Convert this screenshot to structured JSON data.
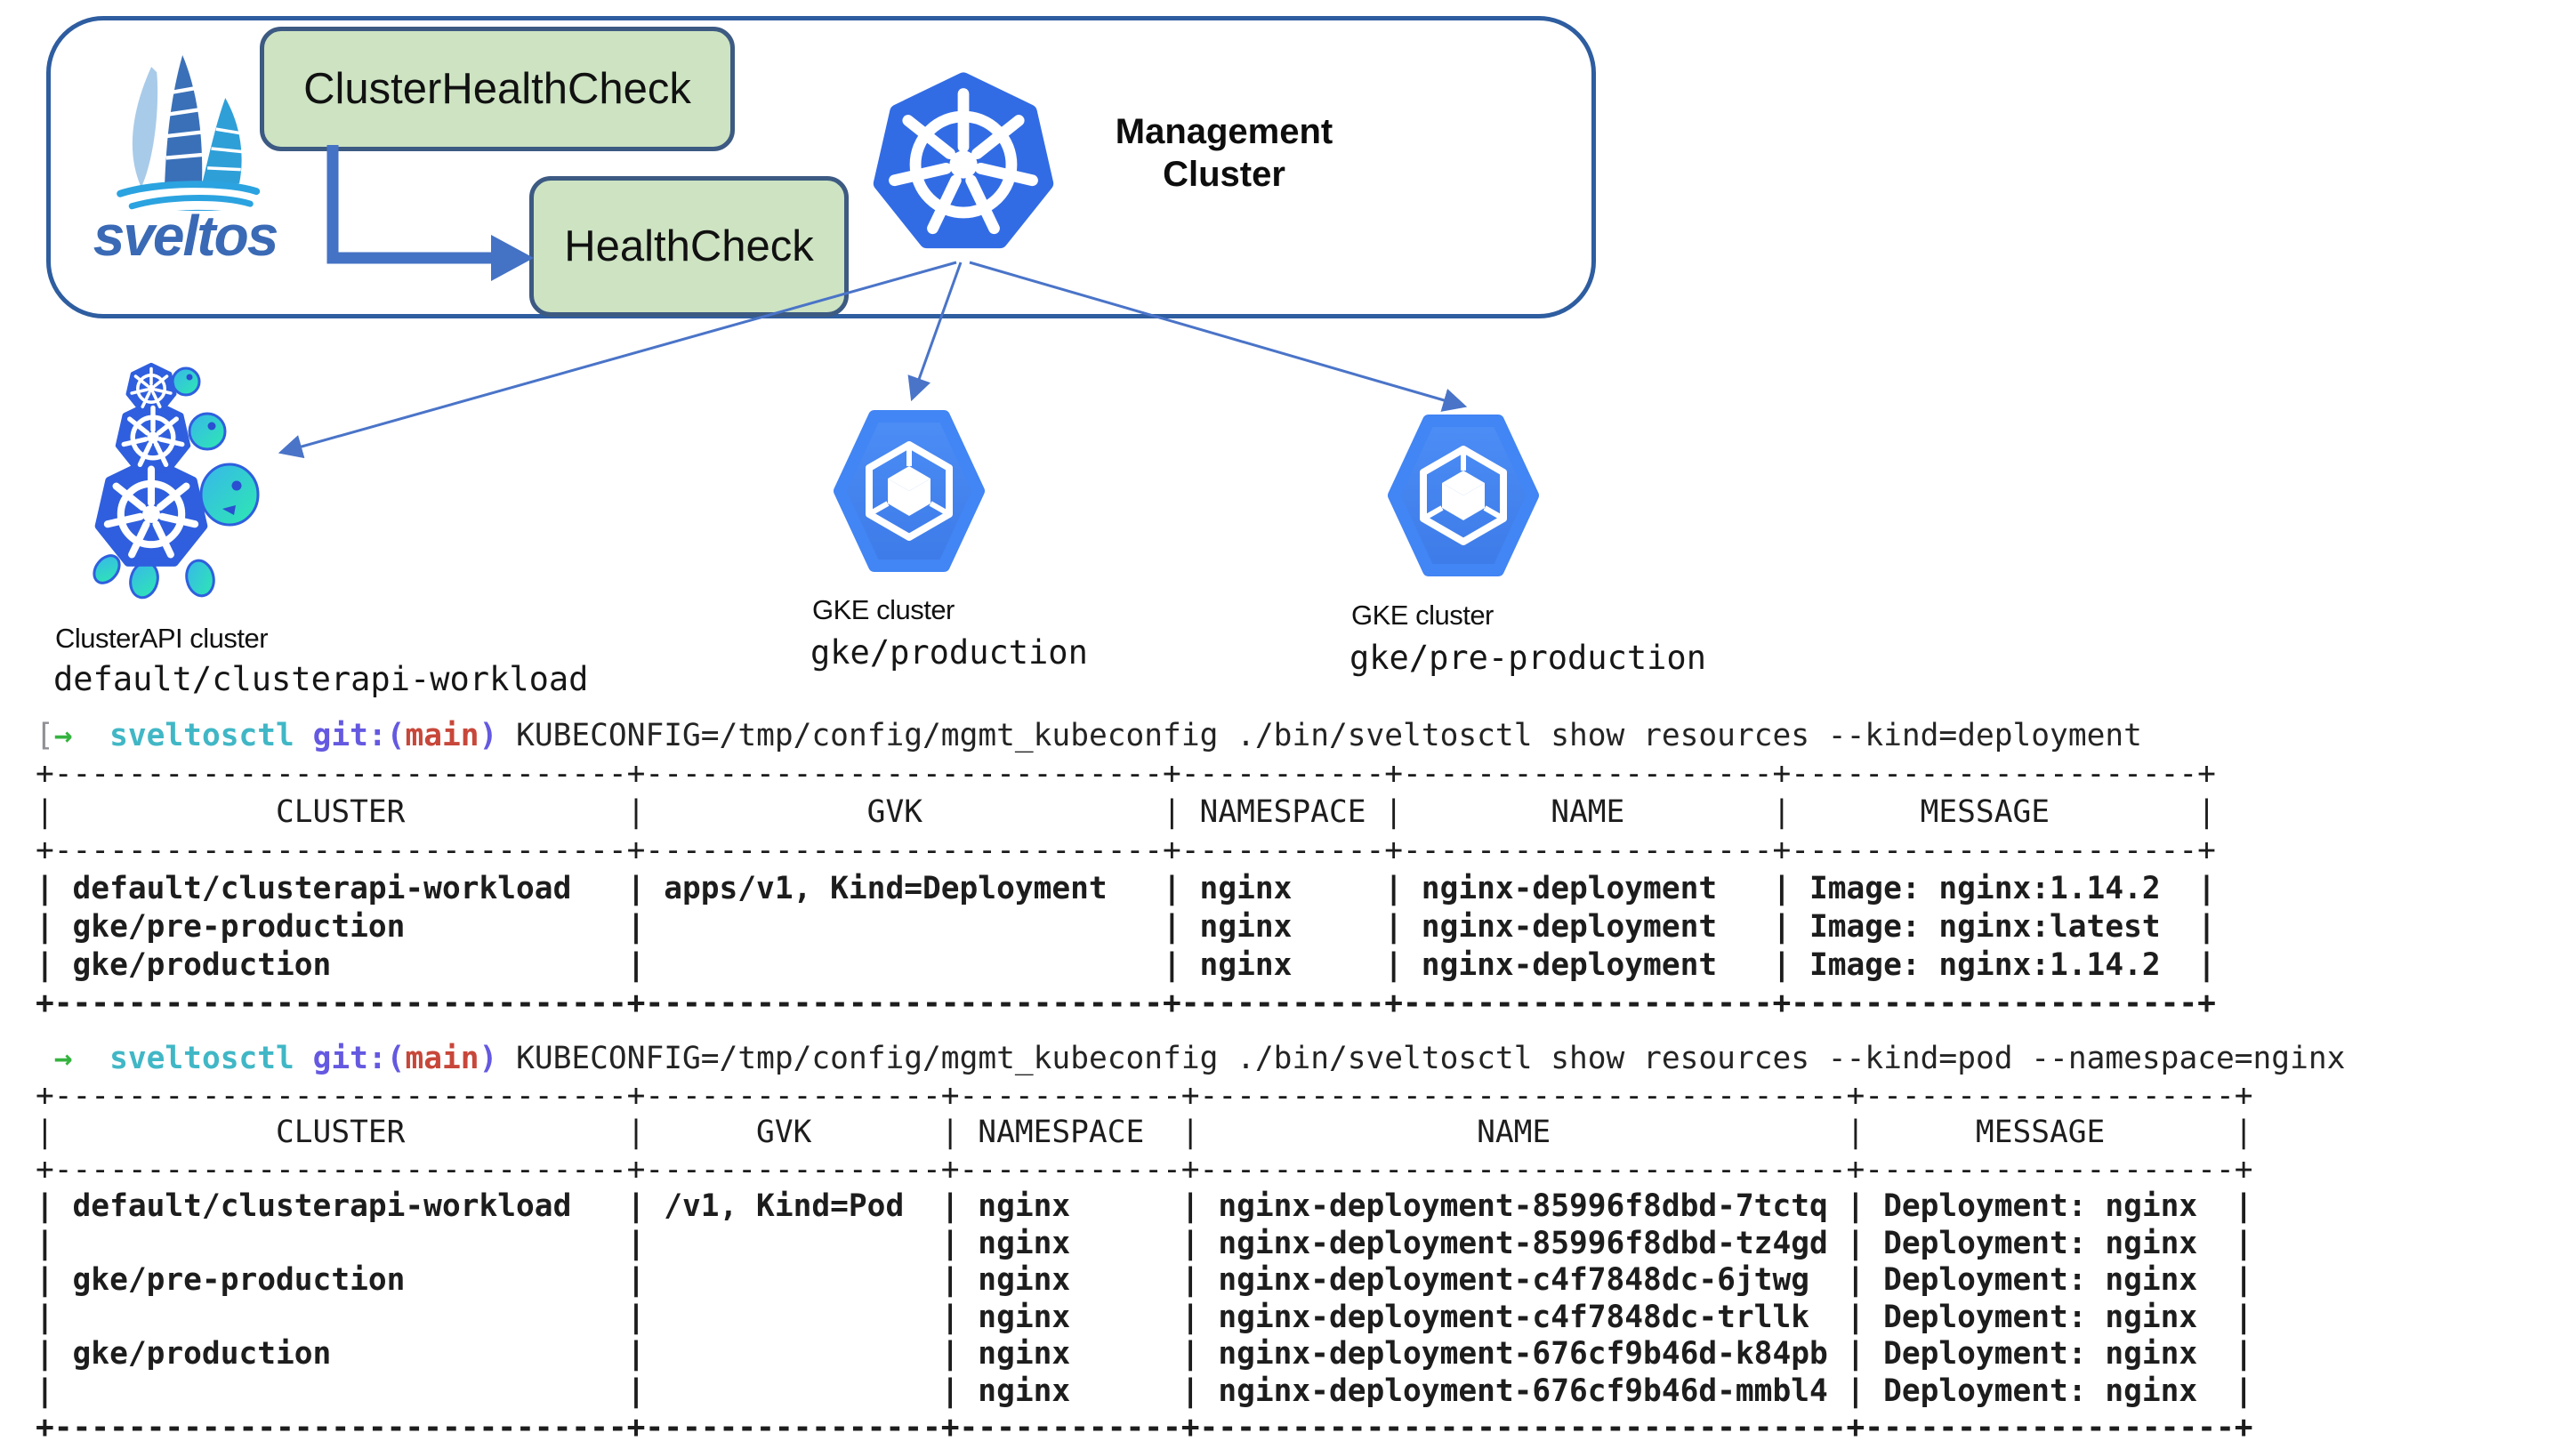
{
  "colors": {
    "outer_border_blue": "#2e5da0",
    "elbow_arrow_blue": "#4472c4",
    "thin_arrow_blue": "#4a74c8",
    "green_box_fill": "#cde3c2",
    "green_box_border": "#3c5a82",
    "kubernetes_blue": "#326ce5",
    "gke_blue": "#4285f4",
    "clusterapi_blue": "#2f5fde",
    "clusterapi_teal": "#2de9b0",
    "prompt_green": "#35b33f",
    "prompt_cyan": "#41b7c6",
    "prompt_indigo": "#6459e0",
    "prompt_red": "#c7473a"
  },
  "icons": {
    "kubernetes": "heptagon-ship-wheel-icon",
    "gke": "hexagon-cube-icon",
    "clusterapi": "turtle-kubernetes-wheels-icon",
    "sveltos": "sailboat-logo"
  },
  "diagram": {
    "sveltos_wordmark": "sveltos",
    "crd_box_1": "ClusterHealthCheck",
    "crd_box_2": "HealthCheck",
    "management_cluster": {
      "line1": "Management",
      "line2": "Cluster"
    },
    "clusters": {
      "clusterapi": {
        "type_label": "ClusterAPI cluster",
        "name": "default/clusterapi-workload"
      },
      "gke_production": {
        "type_label": "GKE cluster",
        "name": "gke/production"
      },
      "gke_pre_production": {
        "type_label": "GKE cluster",
        "name": "gke/pre-production"
      }
    }
  },
  "terminal": {
    "line1": {
      "bracket": "[",
      "arrow": "→  ",
      "app": "sveltosctl ",
      "git_open": "git:(",
      "branch": "main",
      "git_close": ") ",
      "command": "KUBECONFIG=/tmp/config/mgmt_kubeconfig ./bin/sveltosctl show resources --kind=deployment"
    },
    "table1": {
      "headers": [
        "CLUSTER",
        "GVK",
        "NAMESPACE",
        "NAME",
        "MESSAGE"
      ],
      "widths": [
        31,
        28,
        11,
        20,
        22
      ],
      "rows": [
        [
          "default/clusterapi-workload",
          "apps/v1, Kind=Deployment",
          "nginx",
          "nginx-deployment",
          "Image: nginx:1.14.2"
        ],
        [
          "gke/pre-production",
          "",
          "nginx",
          "nginx-deployment",
          "Image: nginx:latest"
        ],
        [
          "gke/production",
          "",
          "nginx",
          "nginx-deployment",
          "Image: nginx:1.14.2"
        ]
      ]
    },
    "line2": {
      "bracket": " ",
      "arrow": "→  ",
      "app": "sveltosctl ",
      "git_open": "git:(",
      "branch": "main",
      "git_close": ") ",
      "command": "KUBECONFIG=/tmp/config/mgmt_kubeconfig ./bin/sveltosctl show resources --kind=pod --namespace=nginx"
    },
    "table2": {
      "headers": [
        "CLUSTER",
        "GVK",
        "NAMESPACE",
        "NAME",
        "MESSAGE"
      ],
      "widths": [
        31,
        16,
        12,
        35,
        20
      ],
      "rows": [
        [
          "default/clusterapi-workload",
          "/v1, Kind=Pod",
          "nginx",
          "nginx-deployment-85996f8dbd-7tctq",
          "Deployment: nginx"
        ],
        [
          "",
          "",
          "nginx",
          "nginx-deployment-85996f8dbd-tz4gd",
          "Deployment: nginx"
        ],
        [
          "gke/pre-production",
          "",
          "nginx",
          "nginx-deployment-c4f7848dc-6jtwg",
          "Deployment: nginx"
        ],
        [
          "",
          "",
          "nginx",
          "nginx-deployment-c4f7848dc-trllk",
          "Deployment: nginx"
        ],
        [
          "gke/production",
          "",
          "nginx",
          "nginx-deployment-676cf9b46d-k84pb",
          "Deployment: nginx"
        ],
        [
          "",
          "",
          "nginx",
          "nginx-deployment-676cf9b46d-mmbl4",
          "Deployment: nginx"
        ]
      ]
    }
  }
}
